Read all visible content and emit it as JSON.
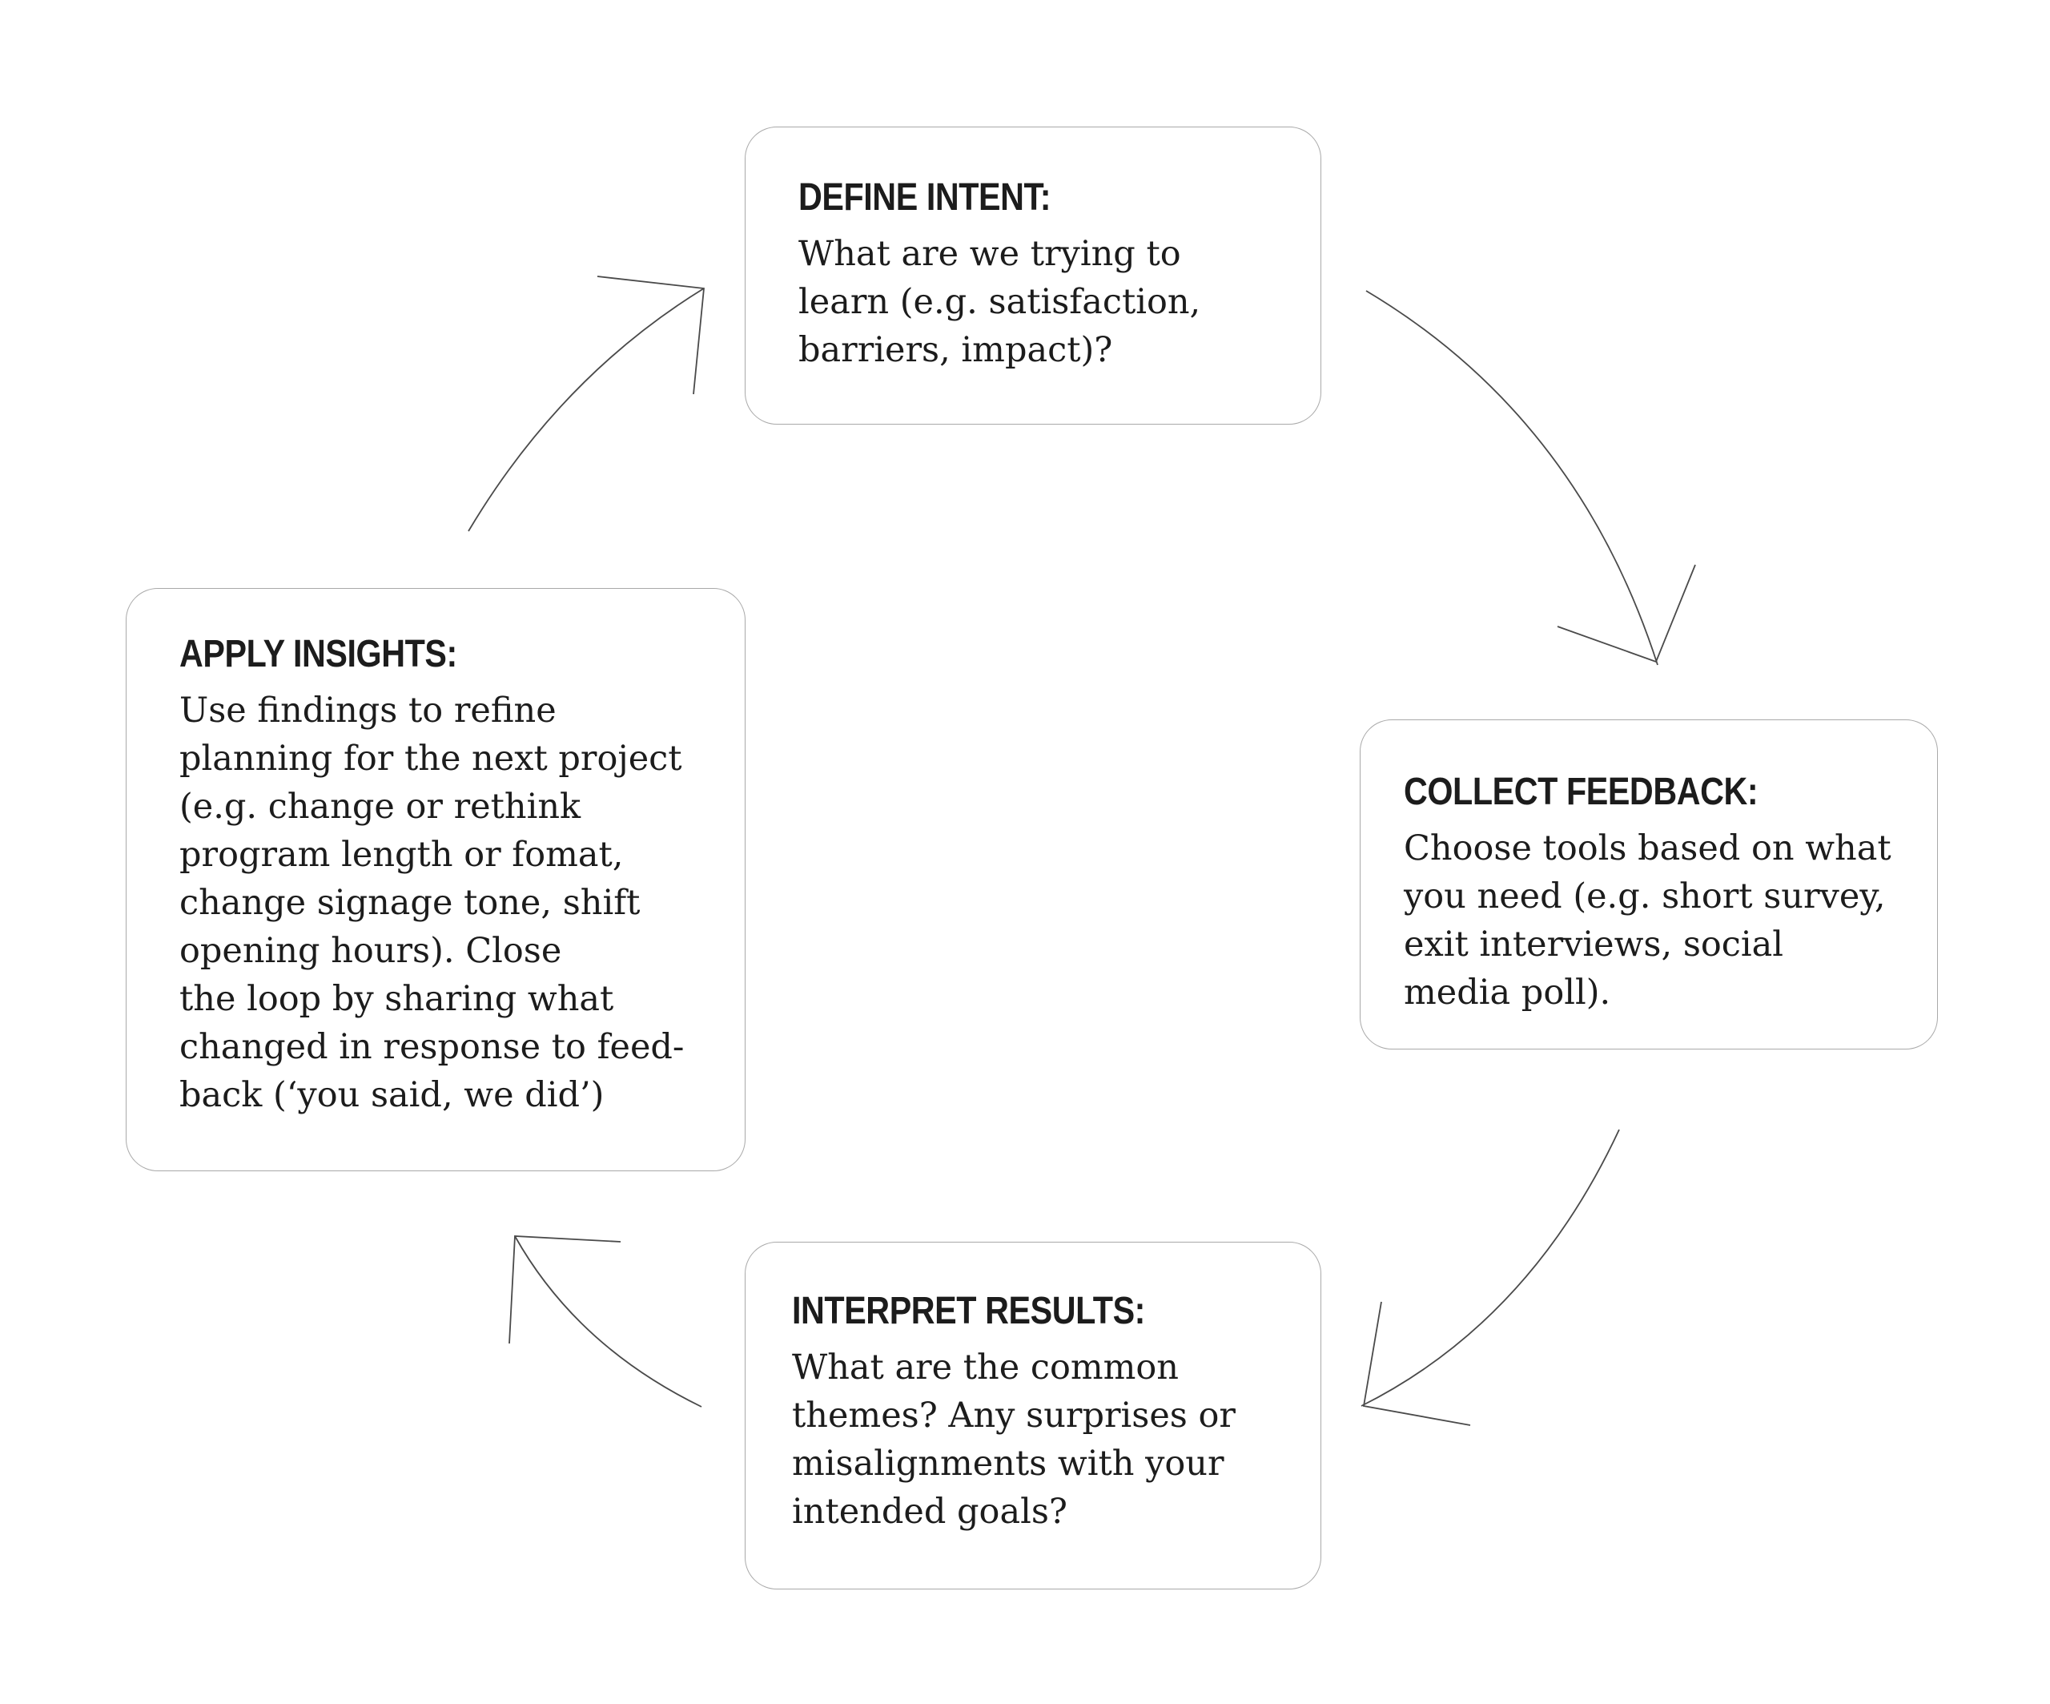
{
  "diagram": {
    "type": "cycle",
    "steps": [
      {
        "id": "define",
        "title": "DEFINE INTENT:",
        "body": [
          "What are we trying to",
          "learn (e.g. satisfaction,",
          "barriers, impact)?"
        ]
      },
      {
        "id": "collect",
        "title": "COLLECT FEEDBACK:",
        "body": [
          "Choose tools based on what",
          "you need (e.g. short survey,",
          "exit interviews, social",
          "media poll)."
        ]
      },
      {
        "id": "interpret",
        "title": "INTERPRET RESULTS:",
        "body": [
          "What are the common",
          "themes? Any surprises or",
          "misalignments with your",
          "intended goals?"
        ]
      },
      {
        "id": "apply",
        "title": "APPLY INSIGHTS:",
        "body": [
          "Use findings to refine",
          "planning for the next project",
          "(e.g. change or rethink",
          "program length or fomat,",
          "change signage tone, shift",
          "opening hours). Close",
          "the loop by sharing what",
          "changed in response to feed-",
          "back (‘you said, we did’)"
        ]
      }
    ],
    "connections": [
      {
        "from": "define",
        "to": "collect"
      },
      {
        "from": "collect",
        "to": "interpret"
      },
      {
        "from": "interpret",
        "to": "apply"
      },
      {
        "from": "apply",
        "to": "define"
      }
    ],
    "colors": {
      "box_border": "#a9a9a9",
      "arrow": "#4a4a4a",
      "text": "#1c1c1c",
      "background": "#ffffff"
    }
  }
}
